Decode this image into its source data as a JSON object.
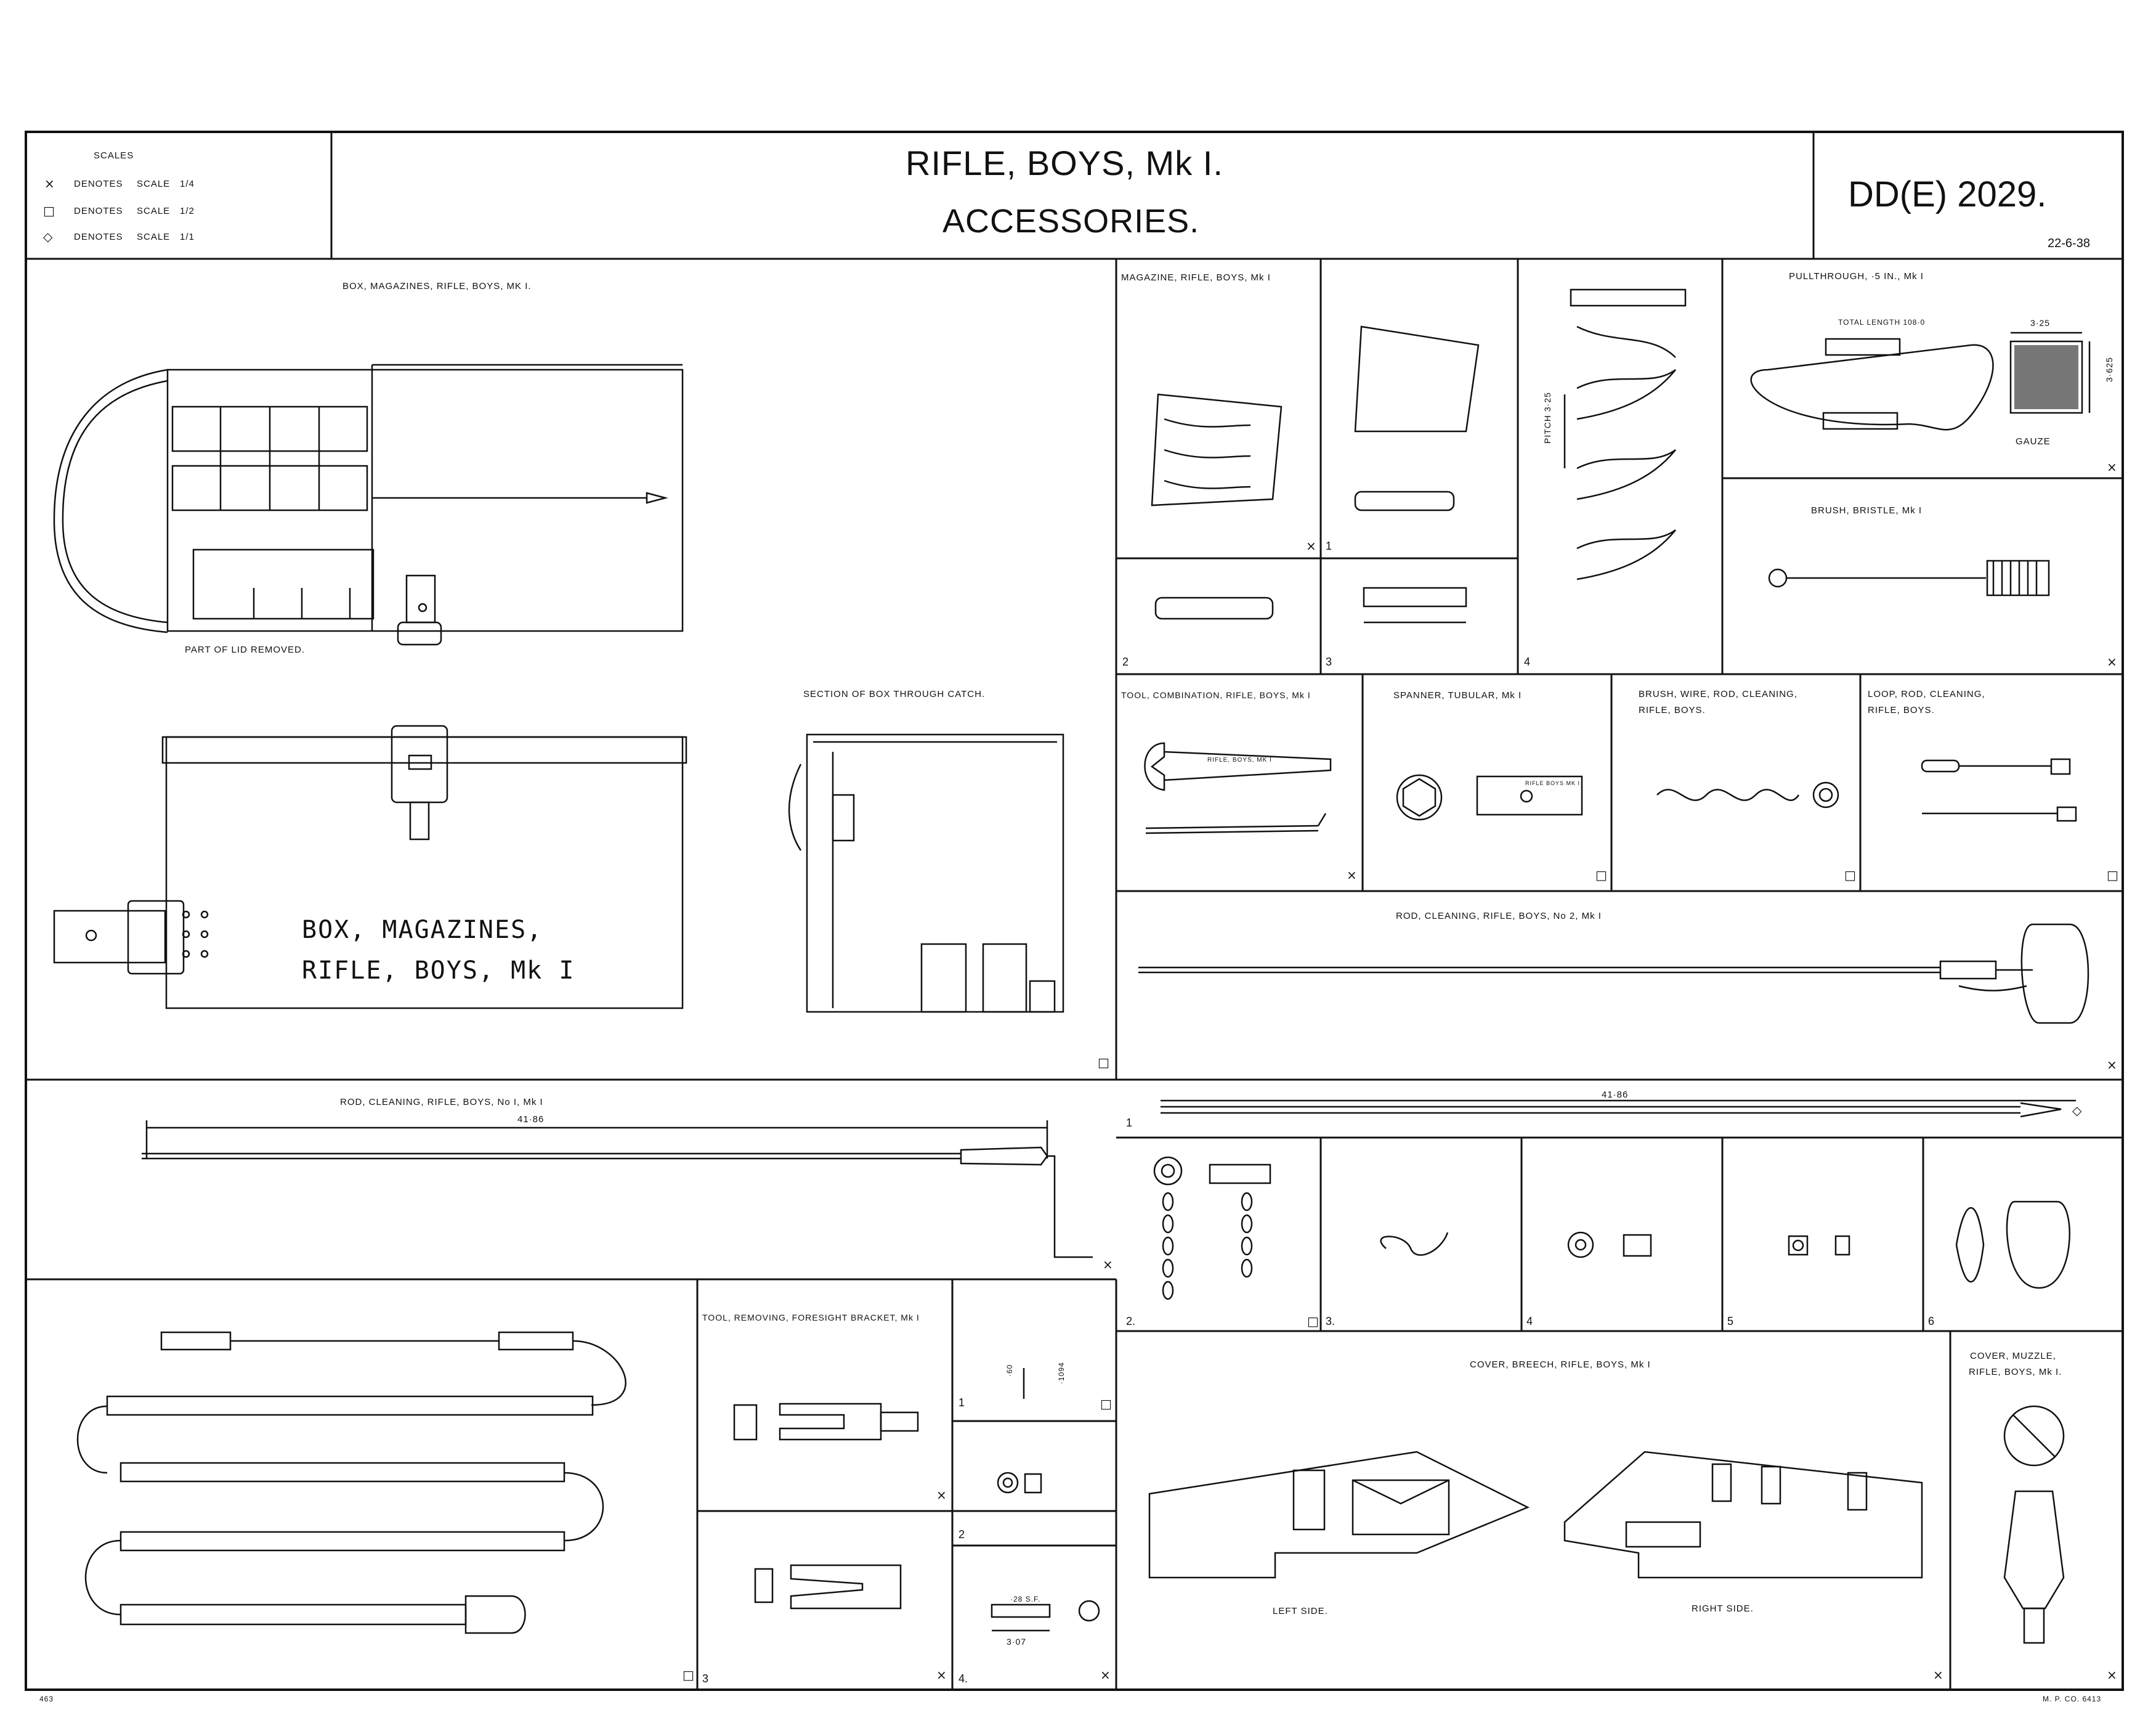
{
  "header": {
    "scales_title": "SCALES",
    "scales": [
      {
        "symbol": "×",
        "word": "DENOTES",
        "scale_word": "SCALE",
        "value": "1/4"
      },
      {
        "symbol": "□",
        "word": "DENOTES",
        "scale_word": "SCALE",
        "value": "1/2"
      },
      {
        "symbol": "◇",
        "word": "DENOTES",
        "scale_word": "SCALE",
        "value": "1/1"
      }
    ],
    "title_line1": "RIFLE, BOYS, Mk I.",
    "title_line2": "ACCESSORIES.",
    "drawing_number": "DD(E) 2029.",
    "date": "22-6-38"
  },
  "panels": {
    "box": {
      "title": "BOX, MAGAZINES, RIFLE, BOYS, Mk I.",
      "note": "PART OF LID REMOVED.",
      "section_title": "SECTION OF BOX THROUGH CATCH.",
      "stencil_line1": "BOX, MAGAZINES,",
      "stencil_line2": "RIFLE, BOYS, Mk I",
      "scale_mark": "□"
    },
    "magazine": {
      "title": "MAGAZINE, RIFLE, BOYS, Mk I",
      "sub1": "1",
      "sub2": "2",
      "sub3": "3",
      "sub4": "4",
      "pitch": "PITCH 3·25",
      "mark": "×"
    },
    "pullthrough": {
      "title": "PULLTHROUGH, ·5 IN., Mk I",
      "total_length": "TOTAL LENGTH 108·0",
      "dim_w": "3·25",
      "dim_h": "3·625",
      "gauze": "GAUZE",
      "mark": "×"
    },
    "brush_bristle": {
      "title": "BRUSH, BRISTLE, Mk I",
      "mark": "×"
    },
    "tool_combination": {
      "title": "TOOL, COMBINATION, RIFLE, BOYS, Mk I",
      "engraving": "RIFLE, BOYS, Mk I",
      "mark": "×"
    },
    "spanner": {
      "title": "SPANNER, TUBULAR, Mk I",
      "engraving": "RIFLE BOYS Mk I",
      "mark": "□"
    },
    "brush_wire": {
      "title_line1": "BRUSH, WIRE, ROD, CLEANING,",
      "title_line2": "RIFLE, BOYS.",
      "mark": "□"
    },
    "loop_rod": {
      "title_line1": "LOOP, ROD, CLEANING,",
      "title_line2": "RIFLE, BOYS.",
      "mark": "□"
    },
    "rod_no2": {
      "title": "ROD, CLEANING, RIFLE, BOYS, No 2, Mk I",
      "mark": "×"
    },
    "rod_no1": {
      "title": "ROD, CLEANING, RIFLE, BOYS, No I, Mk I",
      "length": "41·86",
      "mark": "×"
    },
    "rod_parts": {
      "length": "41·86",
      "sub1": "1",
      "sub2": "2.",
      "sub3": "3.",
      "sub4": "4",
      "sub5": "5",
      "sub6": "6",
      "mark_sq": "□",
      "mark_dia": "◇"
    },
    "tool_removing": {
      "title": "TOOL, REMOVING, FORESIGHT BRACKET, Mk I",
      "sub1": "1",
      "sub2": "2",
      "sub3": "3",
      "sub4": "4.",
      "dim1": "·60",
      "dim2": "·1094",
      "dim3": "3·07",
      "dim4": "·28 S.F.",
      "mark": "×",
      "mark_sq": "□"
    },
    "cover_breech": {
      "title": "COVER, BREECH, RIFLE, BOYS, Mk I",
      "left": "LEFT SIDE.",
      "right": "RIGHT SIDE.",
      "mark": "×"
    },
    "cover_muzzle": {
      "title_line1": "COVER, MUZZLE,",
      "title_line2": "RIFLE, BOYS, Mk I.",
      "mark": "×"
    }
  },
  "footer": {
    "left_code": "463",
    "right_code": "M. P. CO. 6413"
  }
}
